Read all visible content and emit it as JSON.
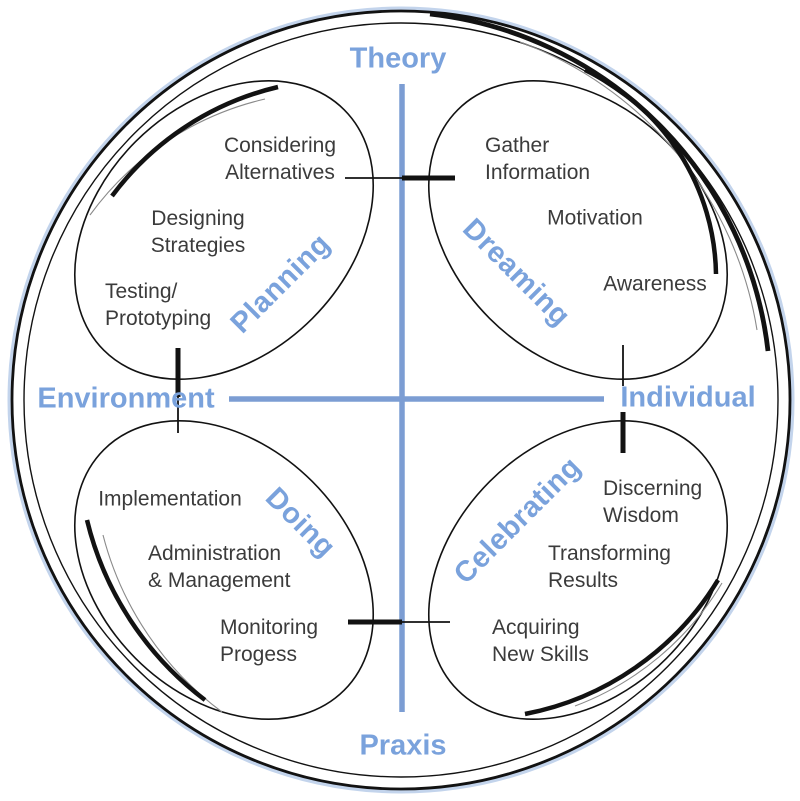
{
  "diagram": {
    "axes": {
      "top": "Theory",
      "right": "Individual",
      "bottom": "Praxis",
      "left": "Environment"
    },
    "quadrants": [
      {
        "label": "Planning",
        "items": [
          "Considering\nAlternatives",
          "Designing\nStrategies",
          "Testing/\nPrototyping"
        ]
      },
      {
        "label": "Dreaming",
        "items": [
          "Gather\nInformation",
          "Motivation",
          "Awareness"
        ]
      },
      {
        "label": "Doing",
        "items": [
          "Implementation",
          "Administration\n& Management",
          "Monitoring\nProgess"
        ]
      },
      {
        "label": "Celebrating",
        "items": [
          "Discerning\nWisdom",
          "Transforming\nResults",
          "Acquiring\nNew Skills"
        ]
      }
    ],
    "colors": {
      "accent_text": "#7AA2DC",
      "axis_line": "#7C9DD3",
      "outer_rim": "#C3D4EC",
      "ink": "#121212",
      "item_text": "#3B3B3B"
    }
  }
}
